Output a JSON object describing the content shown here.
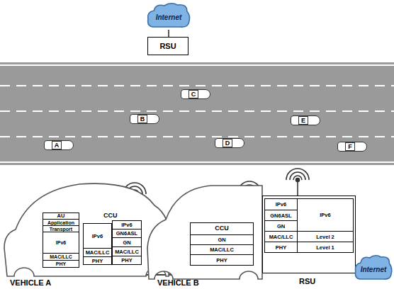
{
  "diagram": {
    "nodes": [
      {
        "text": [
          "Internet"
        ]
      },
      {
        "text": [
          "RSU"
        ]
      },
      {
        "text": [
          "C"
        ]
      },
      {
        "text": [
          "B"
        ]
      },
      {
        "text": [
          "E"
        ]
      },
      {
        "text": [
          "A"
        ]
      },
      {
        "text": [
          "D"
        ]
      },
      {
        "text": [
          "F"
        ]
      },
      {
        "text": [
          "VEHICLE A"
        ]
      },
      {
        "text": [
          "AU"
        ],
        "in": 8
      },
      {
        "text": [
          "Application"
        ],
        "in": 9
      },
      {
        "text": [
          "Transport"
        ],
        "in": 9
      },
      {
        "text": [
          "IPv6"
        ],
        "in": 9
      },
      {
        "text": [
          "MAC/LLC"
        ],
        "in": 9
      },
      {
        "text": [
          "PHY"
        ],
        "in": 9
      },
      {
        "text": [
          "CCU"
        ],
        "in": 8
      },
      {
        "text": [
          "IPv6"
        ],
        "in": 15
      },
      {
        "text": [
          "MAC/LLC"
        ],
        "in": 15
      },
      {
        "text": [
          "PHY"
        ],
        "in": 15
      },
      {
        "text": [
          "IPv6"
        ],
        "in": 15
      },
      {
        "text": [
          "GN6ASL"
        ],
        "in": 15
      },
      {
        "text": [
          "GN"
        ],
        "in": 15
      },
      {
        "text": [
          "MAC/LLC"
        ],
        "in": 15
      },
      {
        "text": [
          "PHY"
        ],
        "in": 15
      },
      {
        "text": [
          "VEHICLE B"
        ]
      },
      {
        "text": [
          "CCU"
        ],
        "in": 24
      },
      {
        "text": [
          "GN"
        ],
        "in": 25
      },
      {
        "text": [
          "MAC/LLC"
        ],
        "in": 25
      },
      {
        "text": [
          "PHY"
        ],
        "in": 25
      },
      {
        "text": [
          "RSU"
        ]
      },
      {
        "text": [
          "IPv6"
        ],
        "in": 29
      },
      {
        "text": [
          "GN6ASL"
        ],
        "in": 29
      },
      {
        "text": [
          "GN"
        ],
        "in": 29
      },
      {
        "text": [
          "MAC/LLC"
        ],
        "in": 29
      },
      {
        "text": [
          "PHY"
        ],
        "in": 29
      },
      {
        "text": [
          "IPv6"
        ],
        "in": 29
      },
      {
        "text": [
          "Level 2"
        ],
        "in": 29
      },
      {
        "text": [
          "Level 1"
        ],
        "in": 29
      },
      {
        "text": [
          "Internet"
        ]
      }
    ],
    "edges": [
      {
        "from": 0,
        "to": 1,
        "arrow": "none"
      },
      {
        "from": 14,
        "to": 18,
        "arrow": "both"
      },
      {
        "from": 23,
        "to": 28,
        "arrow": "to"
      },
      {
        "from": 28,
        "to": 34,
        "arrow": "to"
      },
      {
        "from": 37,
        "to": 38,
        "arrow": "to"
      }
    ]
  }
}
